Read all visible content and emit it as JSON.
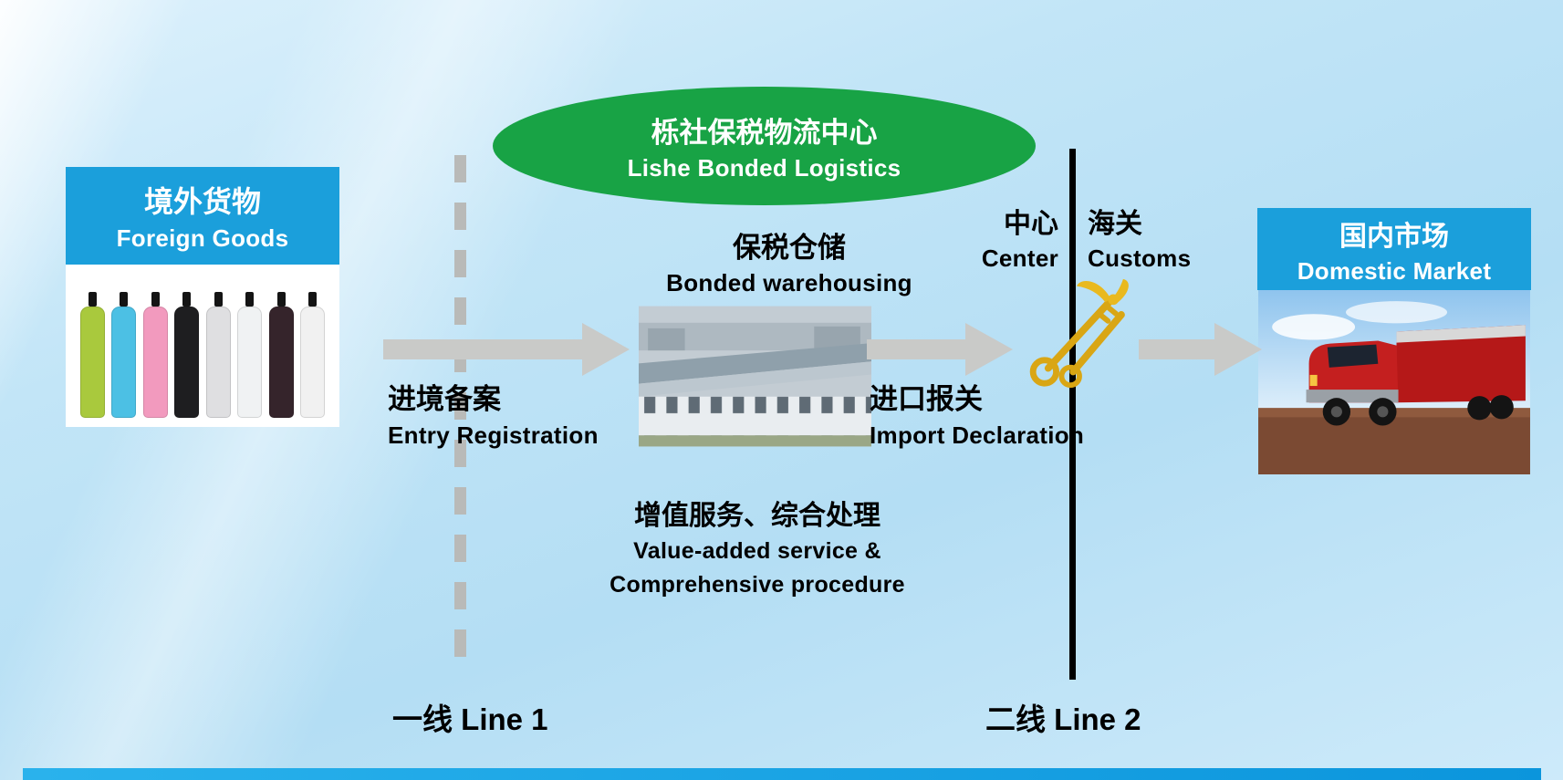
{
  "title": {
    "zh": "栎社保税物流中心",
    "en": "Lishe Bonded Logistics"
  },
  "nodes": {
    "foreign_goods": {
      "zh": "境外货物",
      "en": "Foreign Goods"
    },
    "bonded_warehousing": {
      "zh": "保税仓储",
      "en": "Bonded warehousing"
    },
    "domestic_market": {
      "zh": "国内市场",
      "en": "Domestic Market"
    }
  },
  "steps": {
    "entry_registration": {
      "zh": "进境备案",
      "en": "Entry Registration"
    },
    "import_declaration": {
      "zh": "进口报关",
      "en": "Import Declaration"
    },
    "value_added": {
      "zh": "增值服务、综合处理",
      "en_line1": "Value-added service &",
      "en_line2": "Comprehensive procedure"
    }
  },
  "boundary": {
    "center": {
      "zh": "中心",
      "en": "Center"
    },
    "customs": {
      "zh": "海关",
      "en": "Customs"
    },
    "line1": "一线 Line 1",
    "line2": "二线 Line 2"
  },
  "icons": {
    "customs_emblem": "customs-key-caduceus-icon",
    "flow_arrow": "flow-arrow-icon",
    "foreign_goods_image": "product-bottles-photo",
    "warehouse_image": "bonded-warehouse-photo",
    "domestic_image": "red-truck-photo"
  },
  "colors": {
    "accent_blue": "#1b9fdb",
    "green": "#18a345",
    "arrow_gray": "#c9cac8",
    "gold": "#e2af1c",
    "line_black": "#000000",
    "background_blue": "#c2e5f7"
  }
}
